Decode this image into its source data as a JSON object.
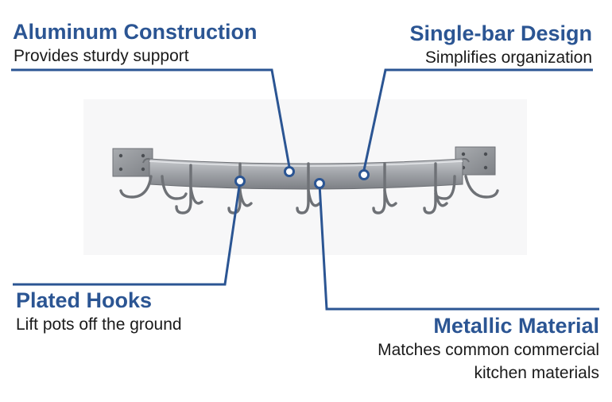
{
  "callouts": {
    "aluminum": {
      "title": "Aluminum Construction",
      "subtitle": "Provides sturdy support"
    },
    "single_bar": {
      "title": "Single-bar Design",
      "subtitle": "Simplifies organization"
    },
    "plated_hooks": {
      "title": "Plated Hooks",
      "subtitle": "Lift pots off the ground"
    },
    "metallic": {
      "title": "Metallic Material",
      "subtitle_line1": "Matches common commercial",
      "subtitle_line2": "kitchen materials"
    }
  },
  "colors": {
    "accent": "#2b5593",
    "text": "#1a1a1a",
    "metal": "#9a9ca1"
  }
}
